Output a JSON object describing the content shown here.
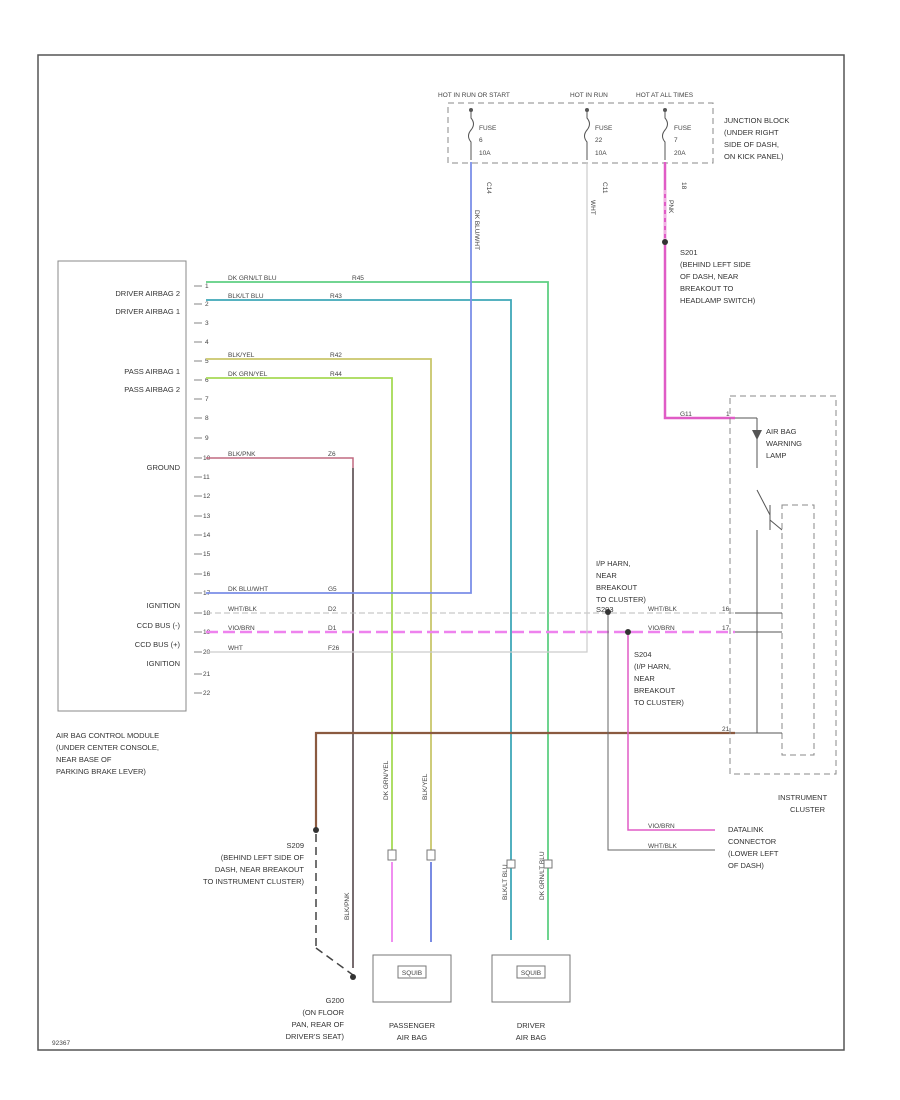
{
  "footer_code": "92367",
  "module": {
    "name": [
      "AIR BAG CONTROL MODULE",
      "(UNDER CENTER CONSOLE,",
      "NEAR BASE OF",
      "PARKING BRAKE LEVER)"
    ],
    "labels": [
      "DRIVER AIRBAG 2",
      "DRIVER AIRBAG 1",
      "PASS AIRBAG 1",
      "PASS AIRBAG 2",
      "GROUND",
      "IGNITION",
      "CCD BUS (-)",
      "CCD BUS (+)",
      "IGNITION"
    ],
    "pins": [
      "1",
      "2",
      "3",
      "4",
      "5",
      "6",
      "7",
      "8",
      "9",
      "10",
      "11",
      "12",
      "13",
      "14",
      "15",
      "16",
      "17",
      "18",
      "19",
      "20",
      "21",
      "22"
    ]
  },
  "fuses": {
    "headers": [
      "HOT IN RUN OR START",
      "HOT IN RUN",
      "HOT AT ALL TIMES"
    ],
    "names": [
      "FUSE",
      "FUSE",
      "FUSE"
    ],
    "numbers": [
      "6",
      "22",
      "7"
    ],
    "ratings": [
      "10A",
      "10A",
      "20A"
    ],
    "circuit_codes": [
      "C14",
      "C11",
      "18"
    ],
    "junction_block": [
      "JUNCTION BLOCK",
      "(UNDER RIGHT",
      "SIDE OF DASH,",
      "ON KICK PANEL)"
    ]
  },
  "wires": {
    "colors": [
      "DK GRN/LT BLU",
      "BLK/LT BLU",
      "BLK/YEL",
      "DK GRN/YEL",
      "BLK/PNK",
      "DK BLU/WHT",
      "WHT/BLK",
      "VIO/BRN",
      "WHT",
      "PNK"
    ],
    "codes": [
      "R45",
      "R43",
      "R42",
      "R44",
      "Z6",
      "G5",
      "D2",
      "D1",
      "F26",
      "G11"
    ]
  },
  "splices": {
    "s201": [
      "S201",
      "(BEHIND LEFT SIDE",
      "OF DASH, NEAR",
      "BREAKOUT TO",
      "HEADLAMP SWITCH)"
    ],
    "ip_harn_top": [
      "I/P HARN,",
      "NEAR",
      "BREAKOUT",
      "TO CLUSTER)"
    ],
    "s203": "S203",
    "s204": [
      "S204",
      "(I/P HARN,",
      "NEAR",
      "BREAKOUT",
      "TO CLUSTER)"
    ],
    "s209": [
      "S209",
      "(BEHIND LEFT SIDE OF",
      "DASH, NEAR BREAKOUT",
      "TO INSTRUMENT CLUSTER)"
    ],
    "g200": [
      "G200",
      "(ON FLOOR",
      "PAN, REAR OF",
      "DRIVER'S SEAT)"
    ]
  },
  "cluster": {
    "lamp": [
      "AIR BAG",
      "WARNING",
      "LAMP"
    ],
    "name": [
      "INSTRUMENT",
      "CLUSTER"
    ],
    "pins": [
      "1",
      "16",
      "17",
      "21"
    ]
  },
  "datalink": [
    "DATALINK",
    "CONNECTOR",
    "(LOWER LEFT",
    "OF DASH)"
  ],
  "datalink_wires": [
    "VIO/BRN",
    "WHT/BLK"
  ],
  "airbags": {
    "passenger": [
      "PASSENGER",
      "AIR BAG"
    ],
    "driver": [
      "DRIVER",
      "AIR BAG"
    ],
    "squib_label": "SQUIB"
  },
  "colors": {
    "dkgrn_ltblu": "#5fcf83",
    "blk_ltblu": "#3fa7b8",
    "blk_yel": "#c9c66b",
    "dkgrn_yel": "#a6da56",
    "blk_pnk": "#c06a80",
    "dkblu_wht": "#7b8fe8",
    "wht_blk": "#aaaaaa",
    "vio_brn": "#ee82ee",
    "pnk": "#e05cc6",
    "brn": "#8a5a40",
    "line": "#555555"
  }
}
